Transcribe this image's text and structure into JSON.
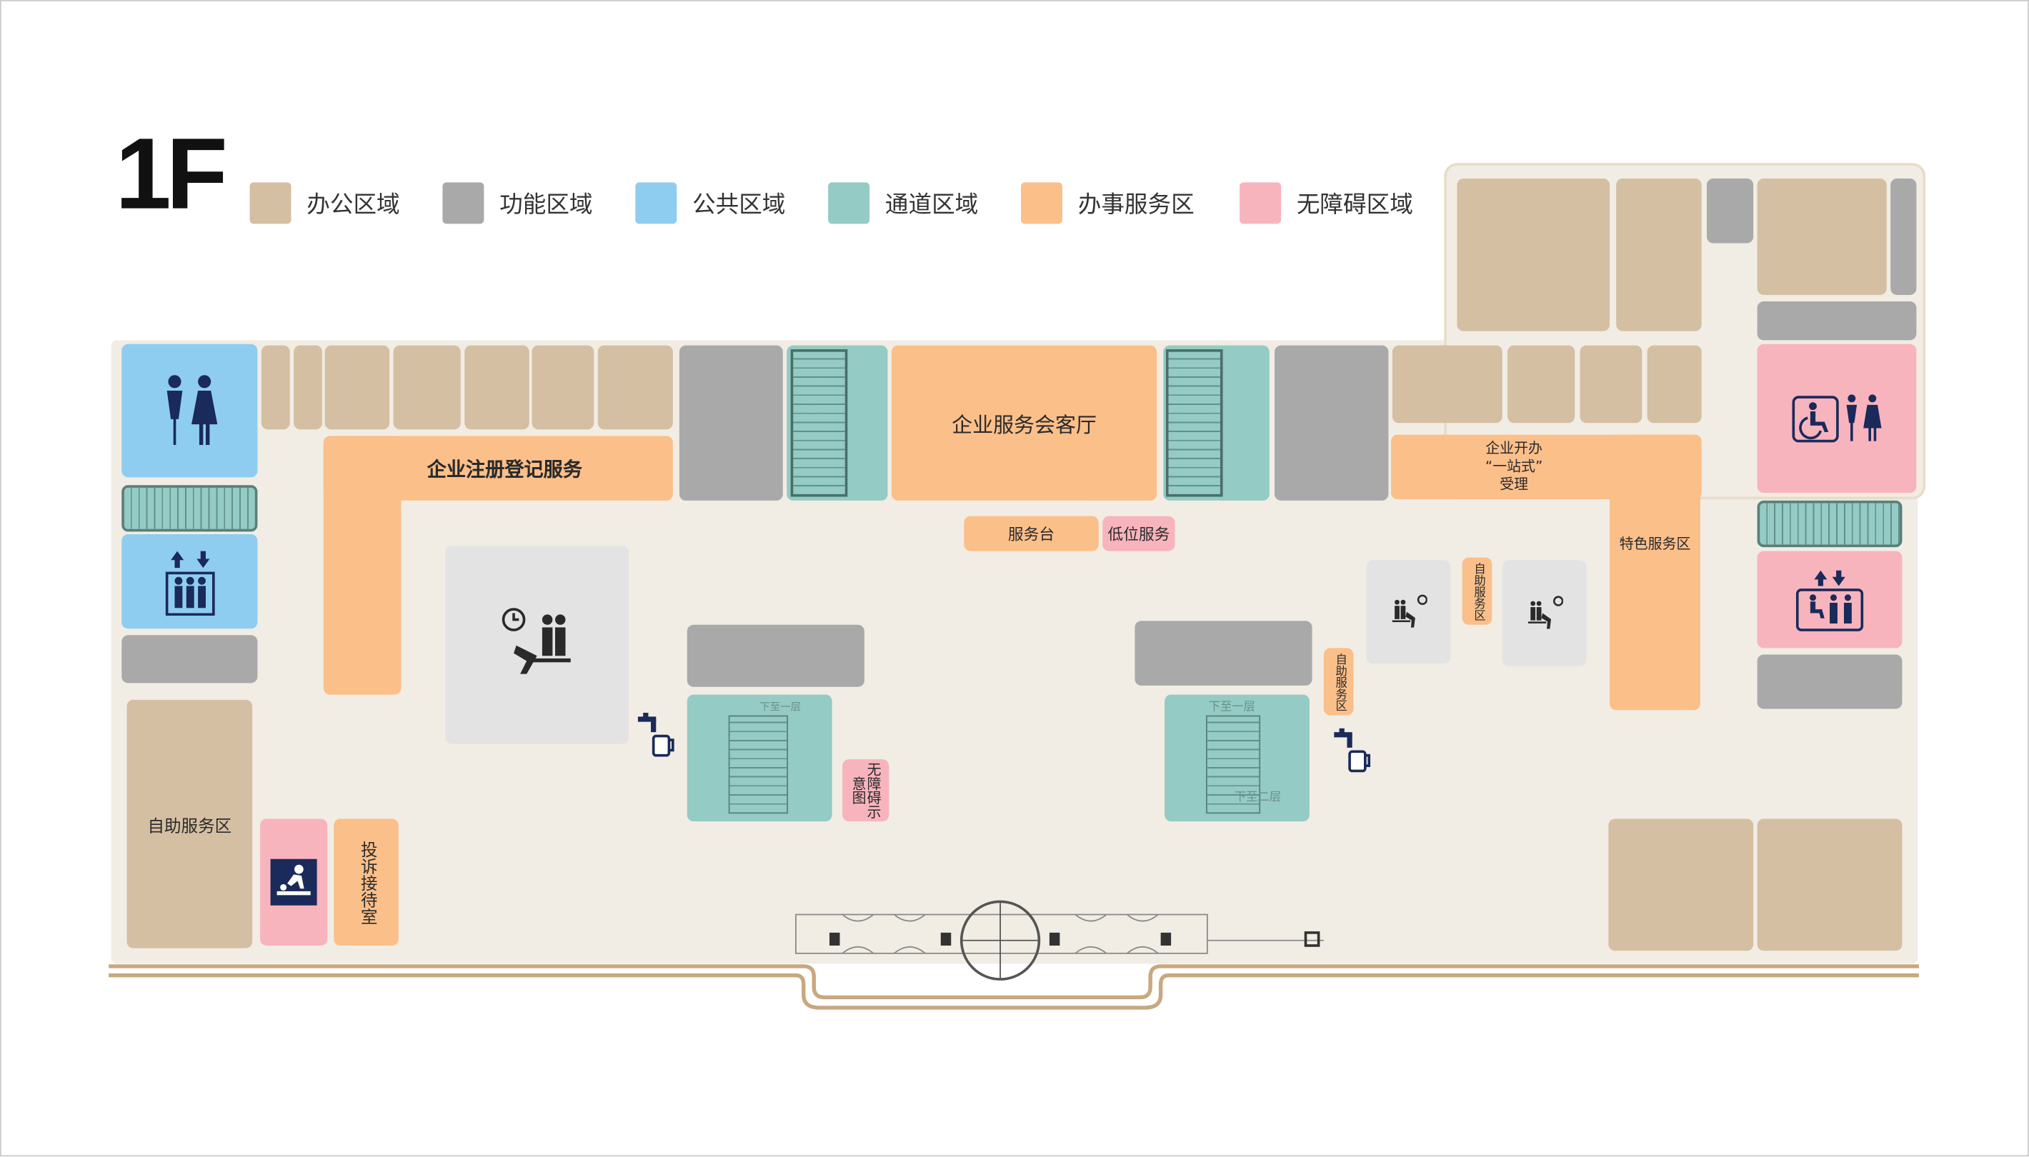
{
  "floor_label": "1F",
  "legend": [
    {
      "label": "办公区域",
      "color": "#d4bfa3"
    },
    {
      "label": "功能区域",
      "color": "#a9a9aa"
    },
    {
      "label": "公共区域",
      "color": "#8fcdf0"
    },
    {
      "label": "通道区域",
      "color": "#94cbc4"
    },
    {
      "label": "办事服务区",
      "color": "#fbbf8a"
    },
    {
      "label": "无障碍区域",
      "color": "#f8b4bd"
    }
  ],
  "rooms": {
    "registration": "企业注册登记服务",
    "reception_hall": "企业服务会客厅",
    "one_stop_1": "企业开办",
    "one_stop_2": "“一站式”",
    "one_stop_3": "受理",
    "special_service": "特色服务区",
    "service_desk": "服务台",
    "low_service": "低位服务",
    "self_service_left": "自助服务区",
    "self_service_mid": "自助服务区",
    "self_service_right": "自助服务区",
    "complaint_room": "投诉接待室",
    "accessible_diagram": "无障碍示意图",
    "escalator_right_top": "下至一层",
    "escalator_right_bottom": "下至二层",
    "escalator_left_top": "下至一层"
  },
  "icons": [
    "restroom-icon",
    "elevator-icon",
    "waiting-area-icon",
    "water-dispenser-icon",
    "baby-care-icon",
    "accessible-restroom-icon",
    "accessible-elevator-icon"
  ]
}
